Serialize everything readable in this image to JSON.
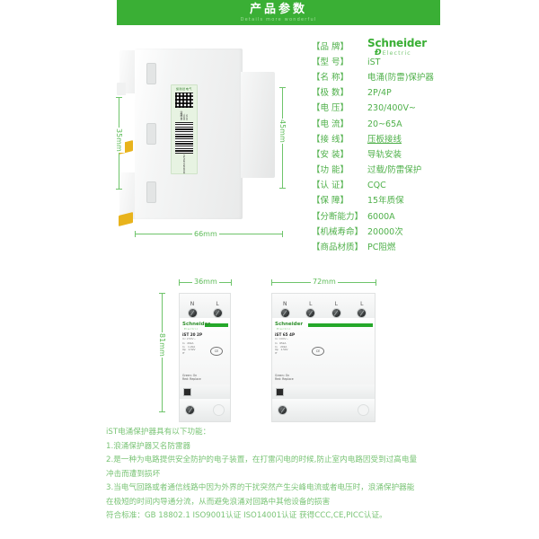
{
  "banner": {
    "title": "产品参数",
    "subtitle": "Details more wonderful"
  },
  "brand": {
    "name": "Schneider",
    "mark": "Đ",
    "sub": "Electric"
  },
  "spec": {
    "rows": [
      {
        "label": "【品    牌】",
        "value": "",
        "is_logo": true
      },
      {
        "label": "【型    号】",
        "value": "iST"
      },
      {
        "label": "【名    称】",
        "value": "电涌(防雷)保护器"
      },
      {
        "label": "【极    数】",
        "value": "2P/4P"
      },
      {
        "label": "【电    压】",
        "value": "230/400V~"
      },
      {
        "label": "【电    流】",
        "value": "20~65A"
      },
      {
        "label": "【接    线】",
        "value": "压板接线"
      },
      {
        "label": "【安    装】",
        "value": "导轨安装"
      },
      {
        "label": "【功    能】",
        "value": "过载/防雷保护"
      },
      {
        "label": "【认    证】",
        "value": "CQC"
      },
      {
        "label": "【保    障】",
        "value": "15年质保"
      },
      {
        "label": "【分断能力】",
        "value": "6000A"
      },
      {
        "label": "【机械寿命】",
        "value": "20000次"
      },
      {
        "label": "【商品材质】",
        "value": "PC阻燃"
      }
    ]
  },
  "side_view": {
    "dim_height_left": "35mm",
    "dim_height_right": "45mm",
    "dim_width": "66mm",
    "sticker": {
      "head": "施耐德电气",
      "sku": "商品编码 4060-0013",
      "barcode_number": "3606480165252"
    }
  },
  "devices": [
    {
      "name": "2P",
      "dim_width": "36mm",
      "dim_height": "81mm",
      "terminals": [
        "N",
        "L"
      ],
      "face": {
        "logo": "Schneider",
        "logo_sub": "Electric",
        "model": "iST 20 2P",
        "model_sub": "Uc 230V~",
        "specs": "In   20kA\nIn    1.2kA\nUp   1.5kV\nIT",
        "ce": "CE",
        "status": "Green: On\nRed: Replace"
      }
    },
    {
      "name": "4P",
      "dim_width": "72mm",
      "dim_height": "81mm",
      "terminals": [
        "N",
        "L",
        "L",
        "L"
      ],
      "face": {
        "logo": "Schneider",
        "logo_sub": "Electric",
        "model": "iST 65 4P",
        "model_sub": "Uc 400V~",
        "specs": "In   65kA\nIn    20kA\nUp   1.5kV\nIT",
        "ce": "CE",
        "status": "Green: On\nRed: Replace"
      }
    }
  ],
  "description": {
    "lines": [
      "iST电涌保护器具有以下功能：",
      "1.浪涌保护器又名防雷器",
      "2.是一种为电路提供安全防护的电子装置，在打雷闪电的时候,防止室内电路因受到过高电量",
      "冲击而遭到损坏",
      "3.当电气回路或者通信线路中因为外界的干扰突然产生尖峰电流或者电压时，浪涌保护器能",
      "在极短的时间内导通分流，从而避免浪涌对回路中其他设备的损害",
      "符合标准：GB 18802.1 ISO9001认证 ISO14001认证 获得CCC,CE,PICC认证。"
    ]
  },
  "colors": {
    "brand_green": "#3aaf35",
    "text_green": "#4fb04a",
    "dim_green": "#5cbb57",
    "desc_green": "#7ac476"
  }
}
